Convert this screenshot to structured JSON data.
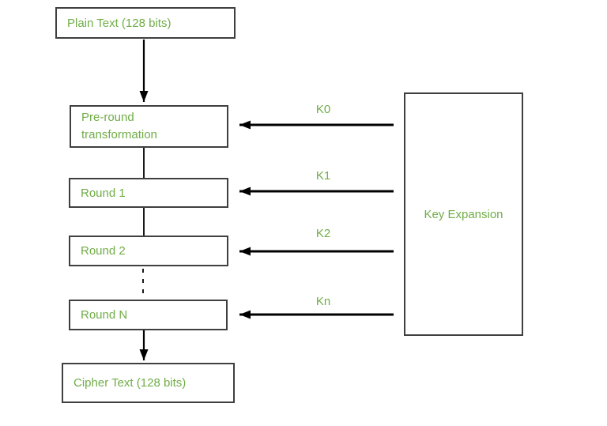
{
  "diagram": {
    "boxes": {
      "plain_text": {
        "label": "Plain Text (128 bits)"
      },
      "pre_round": {
        "label": "Pre-round transformation"
      },
      "round_1": {
        "label": "Round 1"
      },
      "round_2": {
        "label": "Round 2"
      },
      "round_n": {
        "label": "Round N"
      },
      "cipher_text": {
        "label": "Cipher Text (128 bits)"
      },
      "key_expansion": {
        "label": "Key Expansion"
      }
    },
    "key_arrows": [
      {
        "label": "K0"
      },
      {
        "label": "K1"
      },
      {
        "label": "K2"
      },
      {
        "label": "Kn"
      }
    ],
    "colors": {
      "text_green": "#70AD47",
      "box_border": "#3f3f3f",
      "arrow_line": "#000000",
      "background": "#ffffff"
    }
  }
}
